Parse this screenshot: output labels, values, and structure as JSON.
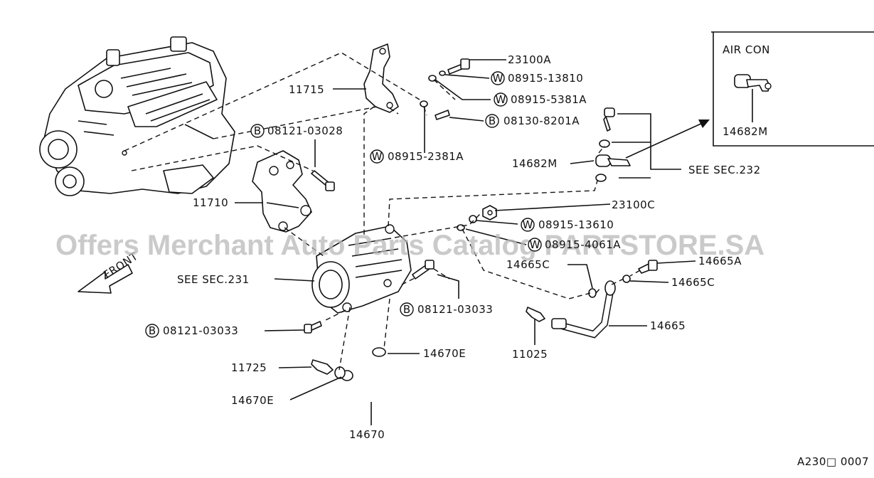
{
  "title": "AIR CON",
  "diagram_code": "A230□ 0007",
  "watermark": "Offers Merchant Auto Parts Catalog PARTSTORE.SA",
  "front_label": "FRONT",
  "see_sec_232": "SEE SEC.232",
  "see_sec_231": "SEE SEC.231",
  "inset_part": "14682M",
  "prefix_b": "B",
  "prefix_w": "W",
  "parts": {
    "p23100A": "23100A",
    "p0891513810": "08915-13810",
    "p089155381A": "08915-5381A",
    "p081308201A": "08130-8201A",
    "p14682M": "14682M",
    "p11715": "11715",
    "p0812103028": "08121-03028",
    "p089152381A": "08915-2381A",
    "p11710": "11710",
    "p23100C": "23100C",
    "p0891513610": "08915-13610",
    "p089154061A": "08915-4061A",
    "p14665C_a": "14665C",
    "p14665A": "14665A",
    "p14665C_b": "14665C",
    "p0812103033_a": "08121-03033",
    "p0812103033_b": "08121-03033",
    "p14665": "14665",
    "p11025": "11025",
    "p14670E_a": "14670E",
    "p11725": "11725",
    "p14670E_b": "14670E",
    "p14670": "14670"
  }
}
